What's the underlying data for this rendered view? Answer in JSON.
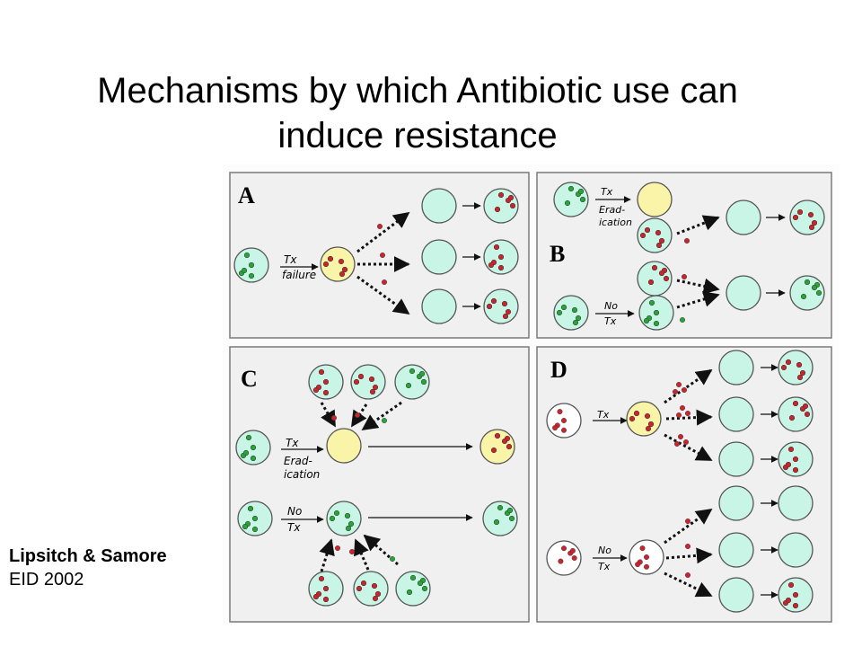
{
  "slide": {
    "title_line1": "Mechanisms by which Antibiotic use can",
    "title_line2": "induce resistance",
    "citation_authors": "Lipsitch & Samore",
    "citation_journal": "EID 2002"
  },
  "figure": {
    "panels": {
      "A": {
        "label": "A",
        "tx": "Tx",
        "tx2": "failure"
      },
      "B": {
        "label": "B",
        "tx": "Tx",
        "erad": "Erad-",
        "ication": "ication",
        "no": "No",
        "notx": "Tx"
      },
      "C": {
        "label": "C",
        "tx": "Tx",
        "erad": "Erad-",
        "ication": "ication",
        "no": "No",
        "notx": "Tx"
      },
      "D": {
        "label": "D",
        "tx": "Tx",
        "no": "No",
        "notx": "Tx"
      }
    }
  },
  "colors": {
    "background": "#ffffff",
    "panel_fill": "#f0f0f0",
    "panel_border": "#7a7a7a",
    "host_fill": "#c9f5e6",
    "treated_host_fill": "#f9f4a8",
    "empty_host_fill": "#ffffff",
    "resistant_bacteria": "#c8262e",
    "sensitive_bacteria": "#29a33a"
  }
}
